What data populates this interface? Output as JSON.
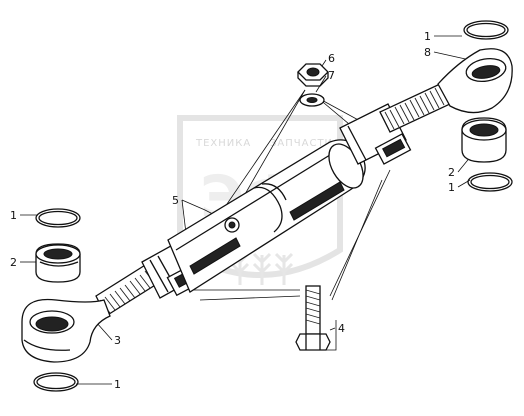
{
  "watermark": {
    "top_text": "ТЕХНИКА",
    "top_text_right": "ЗАПЧАСТИ",
    "logo_letters": "ЭФ"
  },
  "callouts": [
    {
      "id": "c1-top-right",
      "text": "1"
    },
    {
      "id": "c8-top-right",
      "text": "8"
    },
    {
      "id": "c6-nut",
      "text": "6"
    },
    {
      "id": "c7-washer",
      "text": "7"
    },
    {
      "id": "c2-right",
      "text": "2"
    },
    {
      "id": "c1-right",
      "text": "1"
    },
    {
      "id": "c5",
      "text": "5"
    },
    {
      "id": "c1-left",
      "text": "1"
    },
    {
      "id": "c2-left",
      "text": "2"
    },
    {
      "id": "c3",
      "text": "3"
    },
    {
      "id": "c4",
      "text": "4"
    },
    {
      "id": "c1-bottom",
      "text": "1"
    }
  ],
  "colors": {
    "ink": "#111111",
    "watermark": "#e6e6e6"
  }
}
